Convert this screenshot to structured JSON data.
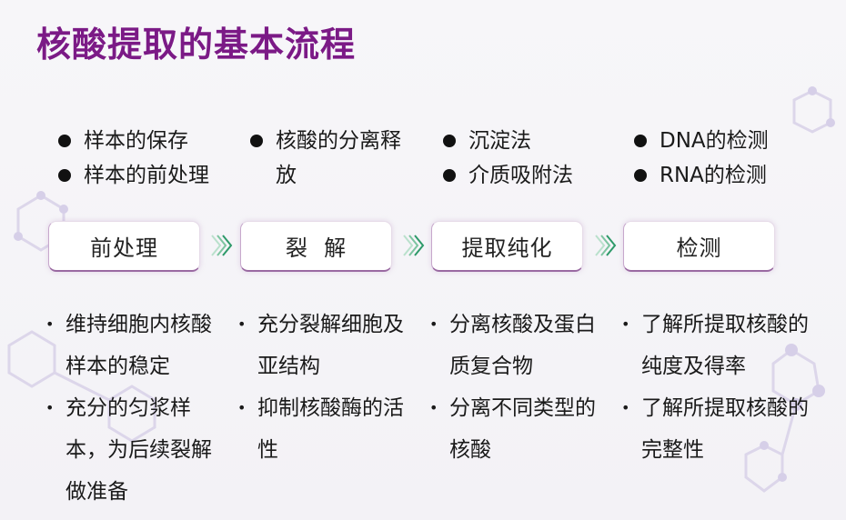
{
  "title": "核酸提取的基本流程",
  "colors": {
    "title": "#7b1a86",
    "arrow": "#2e9a6a",
    "box_border": "#9a6aa2"
  },
  "steps": [
    {
      "label": "前处理",
      "top_items": [
        "样本的保存",
        "样本的前处理"
      ],
      "details": [
        "维持细胞内核酸样本的稳定",
        "充分的匀浆样本，为后续裂解做准备"
      ]
    },
    {
      "label": "裂  解",
      "top_items": [
        "核酸的分离释放"
      ],
      "details": [
        "充分裂解细胞及亚结构",
        "抑制核酸酶的活性"
      ]
    },
    {
      "label": "提取纯化",
      "top_items": [
        "沉淀法",
        "介质吸附法"
      ],
      "details": [
        "分离核酸及蛋白质复合物",
        "分离不同类型的核酸"
      ]
    },
    {
      "label": "检测",
      "top_items": [
        "DNA的检测",
        "RNA的检测"
      ],
      "details": [
        "了解所提取核酸的纯度及得率",
        "了解所提取核酸的完整性"
      ]
    }
  ],
  "arrow_icon": "double-chevron-right-icon",
  "bullet_top": "●",
  "bullet_detail": "•"
}
